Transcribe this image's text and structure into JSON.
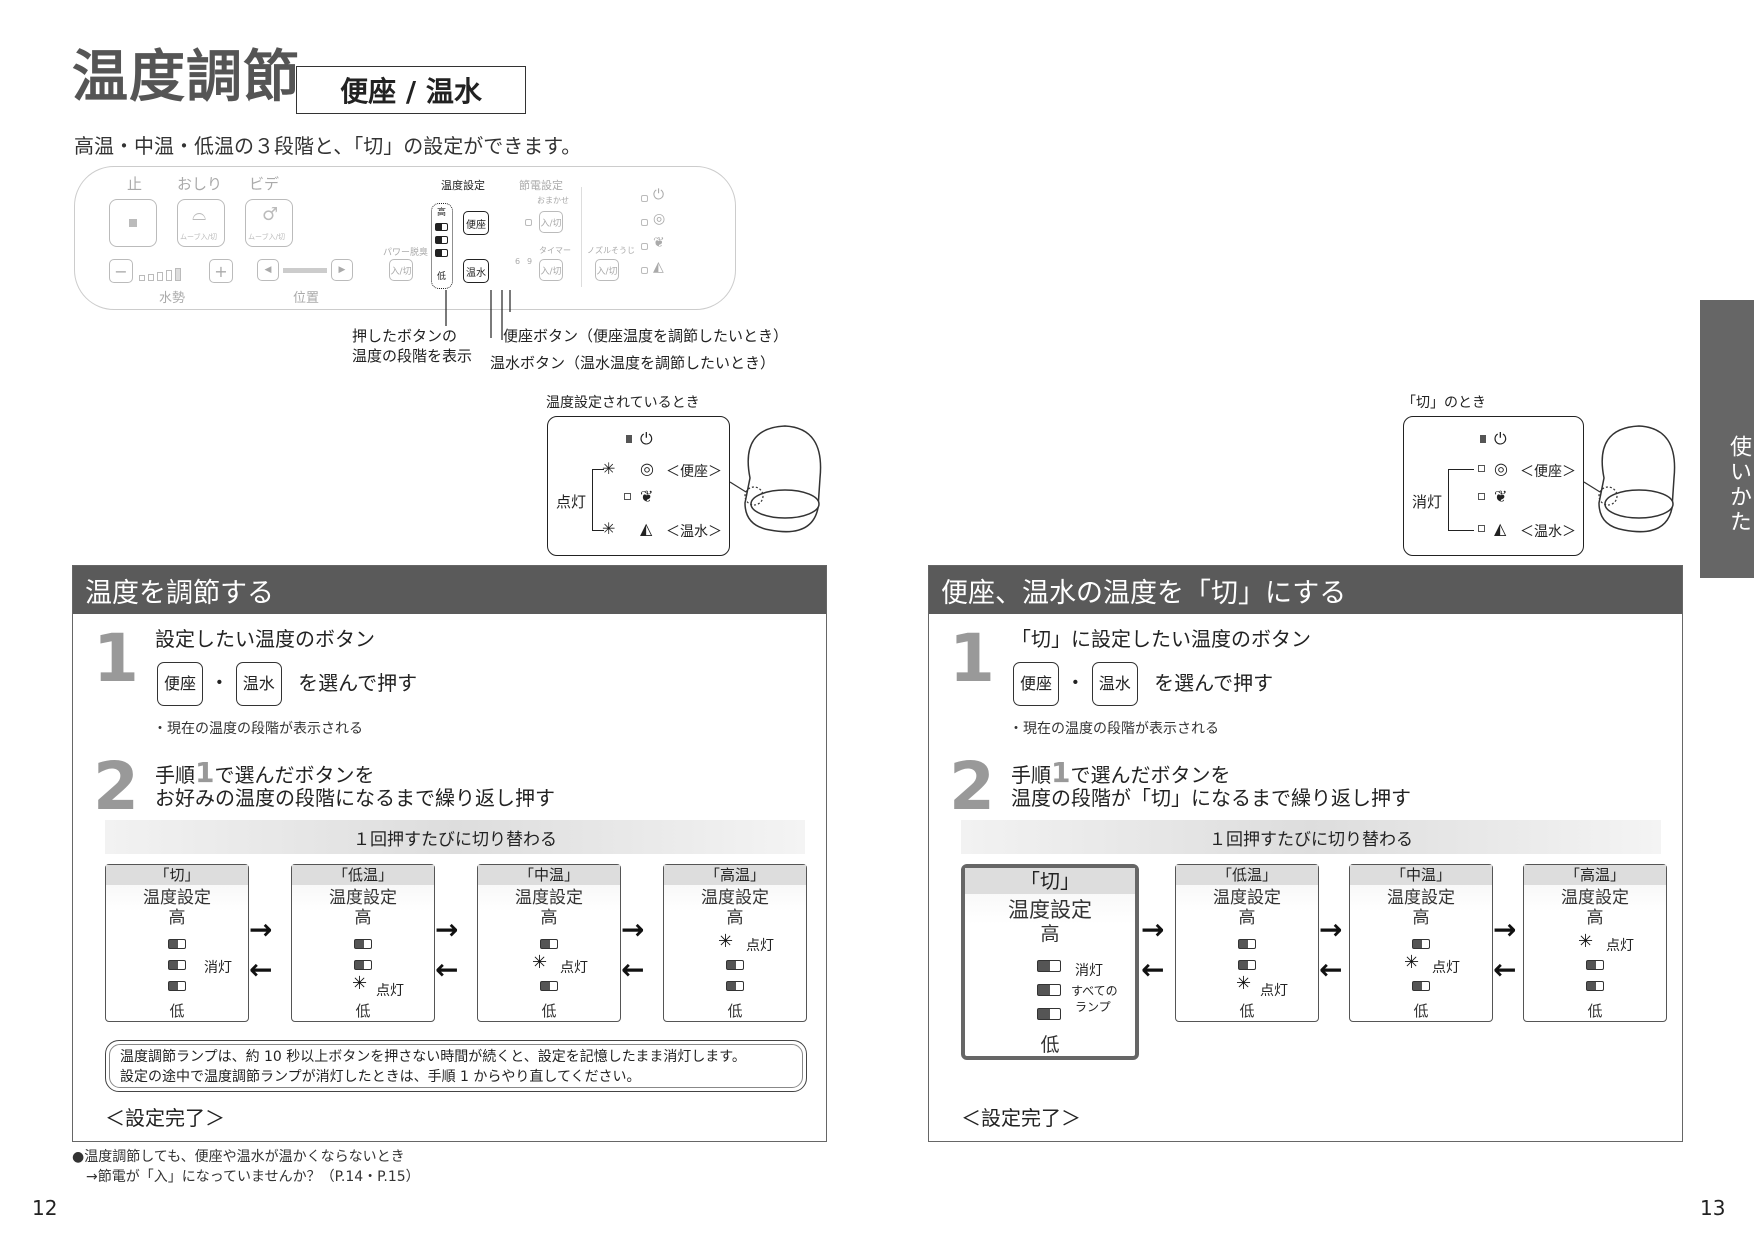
{
  "header": {
    "title": "温度調節",
    "title_box": "便座 / 温水",
    "subtitle": "高温・中温・低温の３段階と、「切」の設定ができます。"
  },
  "remote": {
    "top_labels": [
      "止",
      "おしり",
      "ビデ"
    ],
    "sub_labels": [
      "ムーブ入/切",
      "ムーブ入/切"
    ],
    "bottom_labels": [
      "水勢",
      "位置"
    ],
    "group_labels": [
      "温度設定",
      "節電設定"
    ],
    "key_labels": {
      "seat": "便座",
      "water": "温水",
      "on_off": "入/切"
    },
    "small_labels": [
      "パワー脱臭",
      "おまかせ",
      "タイマー",
      "ノズルそうじ"
    ],
    "level_labels": {
      "high": "高",
      "low": "低"
    },
    "timer_nums": [
      "6",
      "9"
    ],
    "callouts": {
      "lamp_line1": "押したボタンの",
      "lamp_line2": "温度の段階を表示",
      "seat": "便座ボタン（便座温度を調節したいとき）",
      "water": "温水ボタン（温水温度を調節したいとき）"
    }
  },
  "state_on": {
    "caption": "温度設定されているとき",
    "lit": "点灯",
    "seat": "＜便座＞",
    "water": "＜温水＞"
  },
  "state_off": {
    "caption": "「切」のとき",
    "off": "消灯",
    "seat": "＜便座＞",
    "water": "＜温水＞"
  },
  "left": {
    "heading": "温度を調節する",
    "step1": {
      "num": "1",
      "line1": "設定したい温度のボタン",
      "key_seat": "便座",
      "dot": "・",
      "key_water": "温水",
      "suffix": "を選んで押す",
      "note": "・現在の温度の段階が表示される"
    },
    "step2": {
      "num": "2",
      "line1a": "手順",
      "ref": "1",
      "line1b": "で選んだボタンを",
      "line2": "お好みの温度の段階になるまで繰り返し押す"
    },
    "band": "１回押すたびに切り替わる",
    "panels": [
      {
        "top": "「切」",
        "mid": "温度設定",
        "high": "高",
        "low": "低",
        "note": "消灯"
      },
      {
        "top": "「低温」",
        "mid": "温度設定",
        "high": "高",
        "low": "低",
        "note": "点灯"
      },
      {
        "top": "「中温」",
        "mid": "温度設定",
        "high": "高",
        "low": "低",
        "note": "点灯"
      },
      {
        "top": "「高温」",
        "mid": "温度設定",
        "high": "高",
        "low": "低",
        "note": "点灯"
      }
    ],
    "info1": "温度調節ランプは、約 10 秒以上ボタンを押さない時間が続くと、設定を記憶したまま消灯します。",
    "info2": "設定の途中で温度調節ランプが消灯したときは、手順 1 からやり直してください。",
    "done": "＜設定完了＞"
  },
  "right": {
    "heading": "便座、温水の温度を「切」にする",
    "step1": {
      "num": "1",
      "line1": "「切」に設定したい温度のボタン",
      "key_seat": "便座",
      "dot": "・",
      "key_water": "温水",
      "suffix": "を選んで押す",
      "note": "・現在の温度の段階が表示される"
    },
    "step2": {
      "num": "2",
      "line1a": "手順",
      "ref": "1",
      "line1b": "で選んだボタンを",
      "line2": "温度の段階が「切」になるまで繰り返し押す"
    },
    "band": "１回押すたびに切り替わる",
    "panels": [
      {
        "top": "「切」",
        "mid": "温度設定",
        "high": "高",
        "low": "低",
        "note": "消灯",
        "sub1": "すべての",
        "sub2": "ランプ"
      },
      {
        "top": "「低温」",
        "mid": "温度設定",
        "high": "高",
        "low": "低",
        "note": "点灯"
      },
      {
        "top": "「中温」",
        "mid": "温度設定",
        "high": "高",
        "low": "低",
        "note": "点灯"
      },
      {
        "top": "「高温」",
        "mid": "温度設定",
        "high": "高",
        "low": "低",
        "note": "点灯"
      }
    ],
    "done": "＜設定完了＞"
  },
  "footer": {
    "tip1": "●温度調節しても、便座や温水が温かくならないとき",
    "tip2": "→節電が「入」になっていませんか？（P.14・P.15）",
    "page_left": "12",
    "page_right": "13"
  },
  "side_tab": "使いかた"
}
